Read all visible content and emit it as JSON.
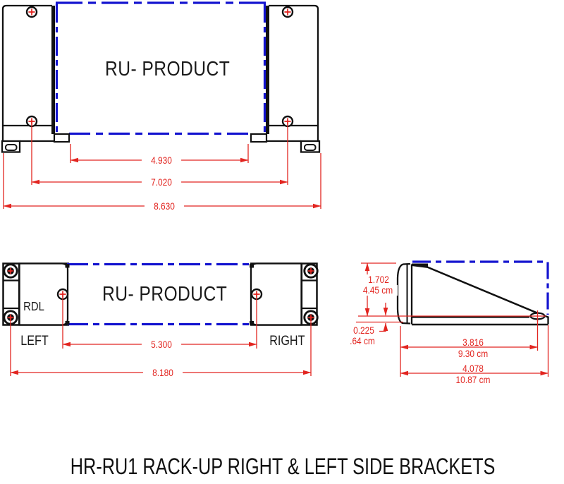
{
  "drawing": {
    "title": "HR-RU1 RACK-UP RIGHT & LEFT SIDE BRACKETS",
    "front_view": {
      "product_label": "RU- PRODUCT",
      "dim_inner": "4.930",
      "dim_holes": "7.020",
      "dim_overall": "8.630"
    },
    "plan_view": {
      "product_label": "RU- PRODUCT",
      "left_bracket_code": "RDL",
      "left_label": "LEFT",
      "right_label": "RIGHT",
      "dim_holes": "5.300",
      "dim_overall": "8.180"
    },
    "side_view": {
      "dim_height_in": "1.702",
      "dim_height_cm": "4.45 cm",
      "dim_lip_in": "0.225",
      "dim_lip_cm": ".64 cm",
      "dim_slot_in": "3.816",
      "dim_slot_cm": "9.30 cm",
      "dim_depth_in": "4.078",
      "dim_depth_cm": "10.87 cm"
    },
    "colors": {
      "outline_black": "#111111",
      "dimension_red": "#e22520",
      "product_blue": "#1313cf"
    }
  }
}
